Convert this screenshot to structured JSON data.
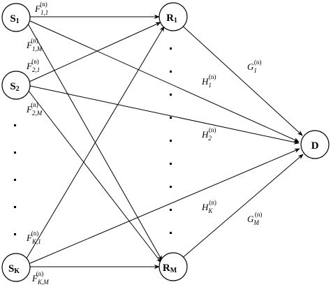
{
  "nodes": {
    "s1": {
      "main": "S",
      "sub": "1"
    },
    "s2": {
      "main": "S",
      "sub": "2"
    },
    "sk": {
      "main": "S",
      "sub": "K"
    },
    "r1": {
      "main": "R",
      "sub": "1"
    },
    "rm": {
      "main": "R",
      "sub": "M"
    },
    "d": {
      "main": "D",
      "sub": ""
    }
  },
  "edge_labels": {
    "f11": {
      "base": "F",
      "sup": "(n)",
      "sub": "1,1"
    },
    "f1m": {
      "base": "F",
      "sup": "(n)",
      "sub": "1,M"
    },
    "f21": {
      "base": "F",
      "sup": "(n)",
      "sub": "2,1"
    },
    "f2m": {
      "base": "F",
      "sup": "(n)",
      "sub": "2,M"
    },
    "fk1": {
      "base": "F",
      "sup": "(n)",
      "sub": "K,1"
    },
    "fkm": {
      "base": "F",
      "sup": "(n)",
      "sub": "K,M"
    },
    "h1": {
      "base": "H",
      "sup": "(n)",
      "sub": "1"
    },
    "h2": {
      "base": "H",
      "sup": "(n)",
      "sub": "2"
    },
    "hk": {
      "base": "H",
      "sup": "(n)",
      "sub": "K"
    },
    "g1": {
      "base": "G",
      "sup": "(n)",
      "sub": "1"
    },
    "gm": {
      "base": "G",
      "sup": "(n)",
      "sub": "M"
    }
  }
}
